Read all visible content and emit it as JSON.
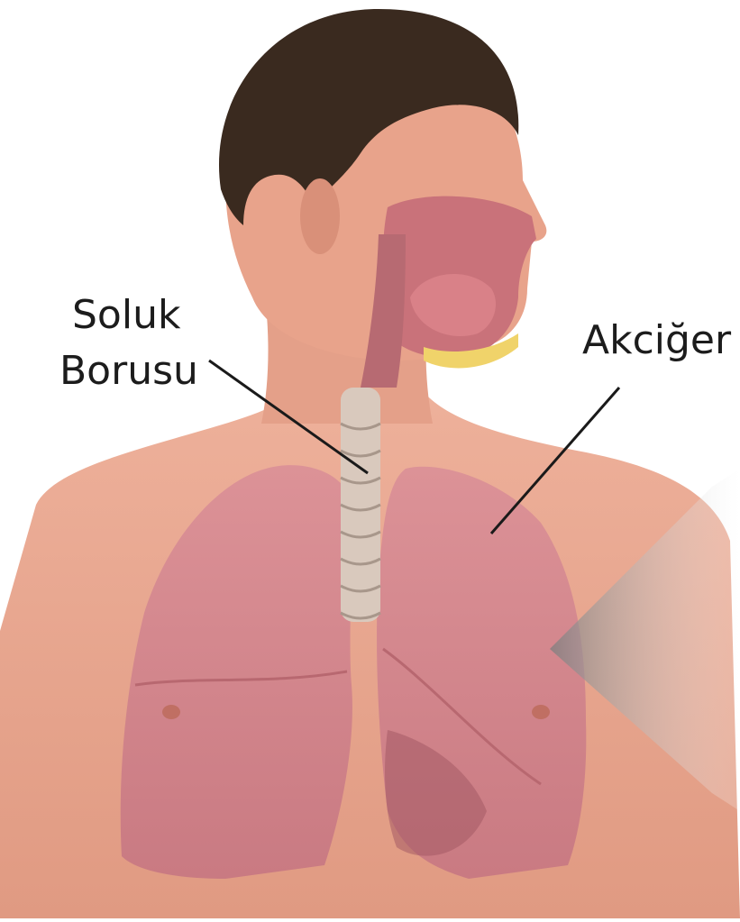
{
  "labels": {
    "trachea_line1": "Soluk",
    "trachea_line2": "Borusu",
    "lung": "Akciğer"
  },
  "colors": {
    "background": "#ffffff",
    "skin": "#e8a38b",
    "skin_shadow": "#c87e69",
    "hair": "#3a2a1f",
    "lung": "#d98a8f",
    "lung_dark": "#b86870",
    "trachea": "#d9c9bd",
    "leader_line": "#1a1a1a",
    "label_text": "#1c1c1c",
    "watermark": "#9a9a9a"
  }
}
